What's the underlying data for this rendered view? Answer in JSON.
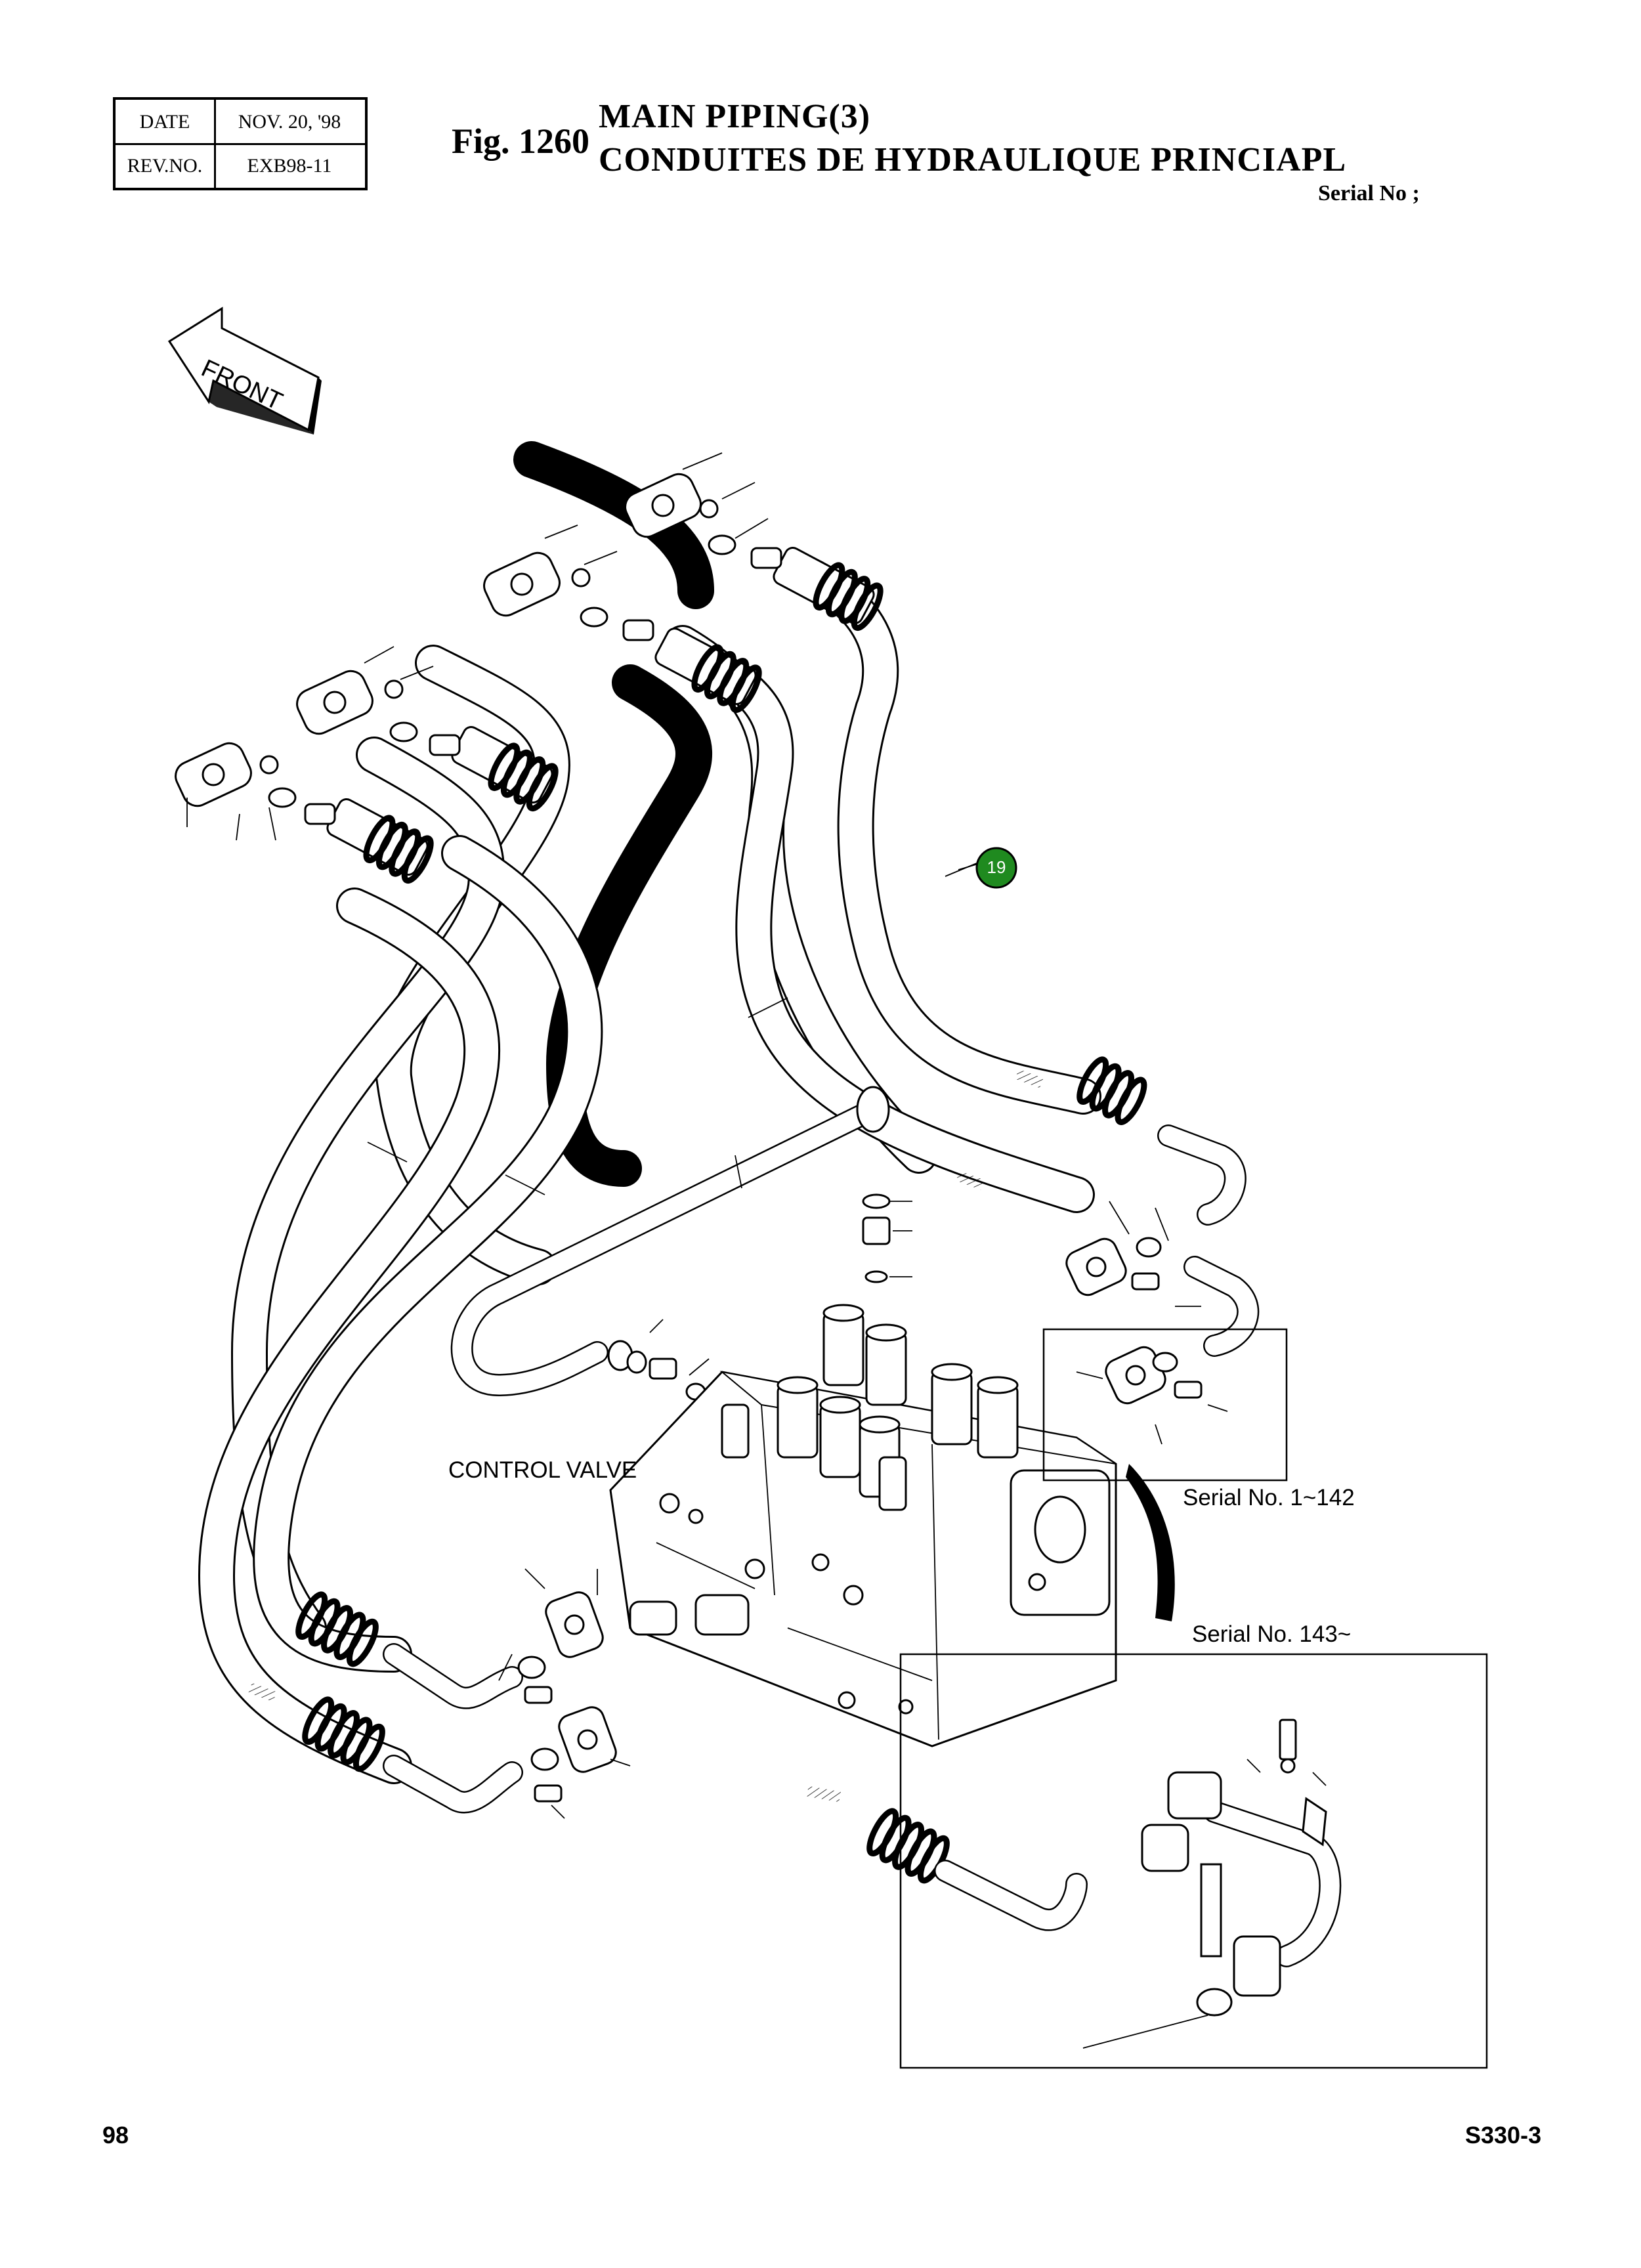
{
  "header": {
    "date_label": "DATE",
    "date_value": "NOV. 20, '98",
    "rev_label": "REV.NO.",
    "rev_value": "EXB98-11"
  },
  "figure": {
    "number": "Fig. 1260",
    "title_en": "MAIN PIPING(3)",
    "title_fr": "CONDUITES DE HYDRAULIQUE PRINCIAPL",
    "serial_label": "Serial No ;"
  },
  "diagram": {
    "front_label": "FRONT",
    "callout_number": "19",
    "callout_color": "#1f8a1f",
    "control_valve_label": "CONTROL VALVE",
    "serial_range_1": "Serial No. 1~142",
    "serial_range_2": "Serial No. 143~"
  },
  "footer": {
    "page_number": "98",
    "model": "S330-3"
  }
}
